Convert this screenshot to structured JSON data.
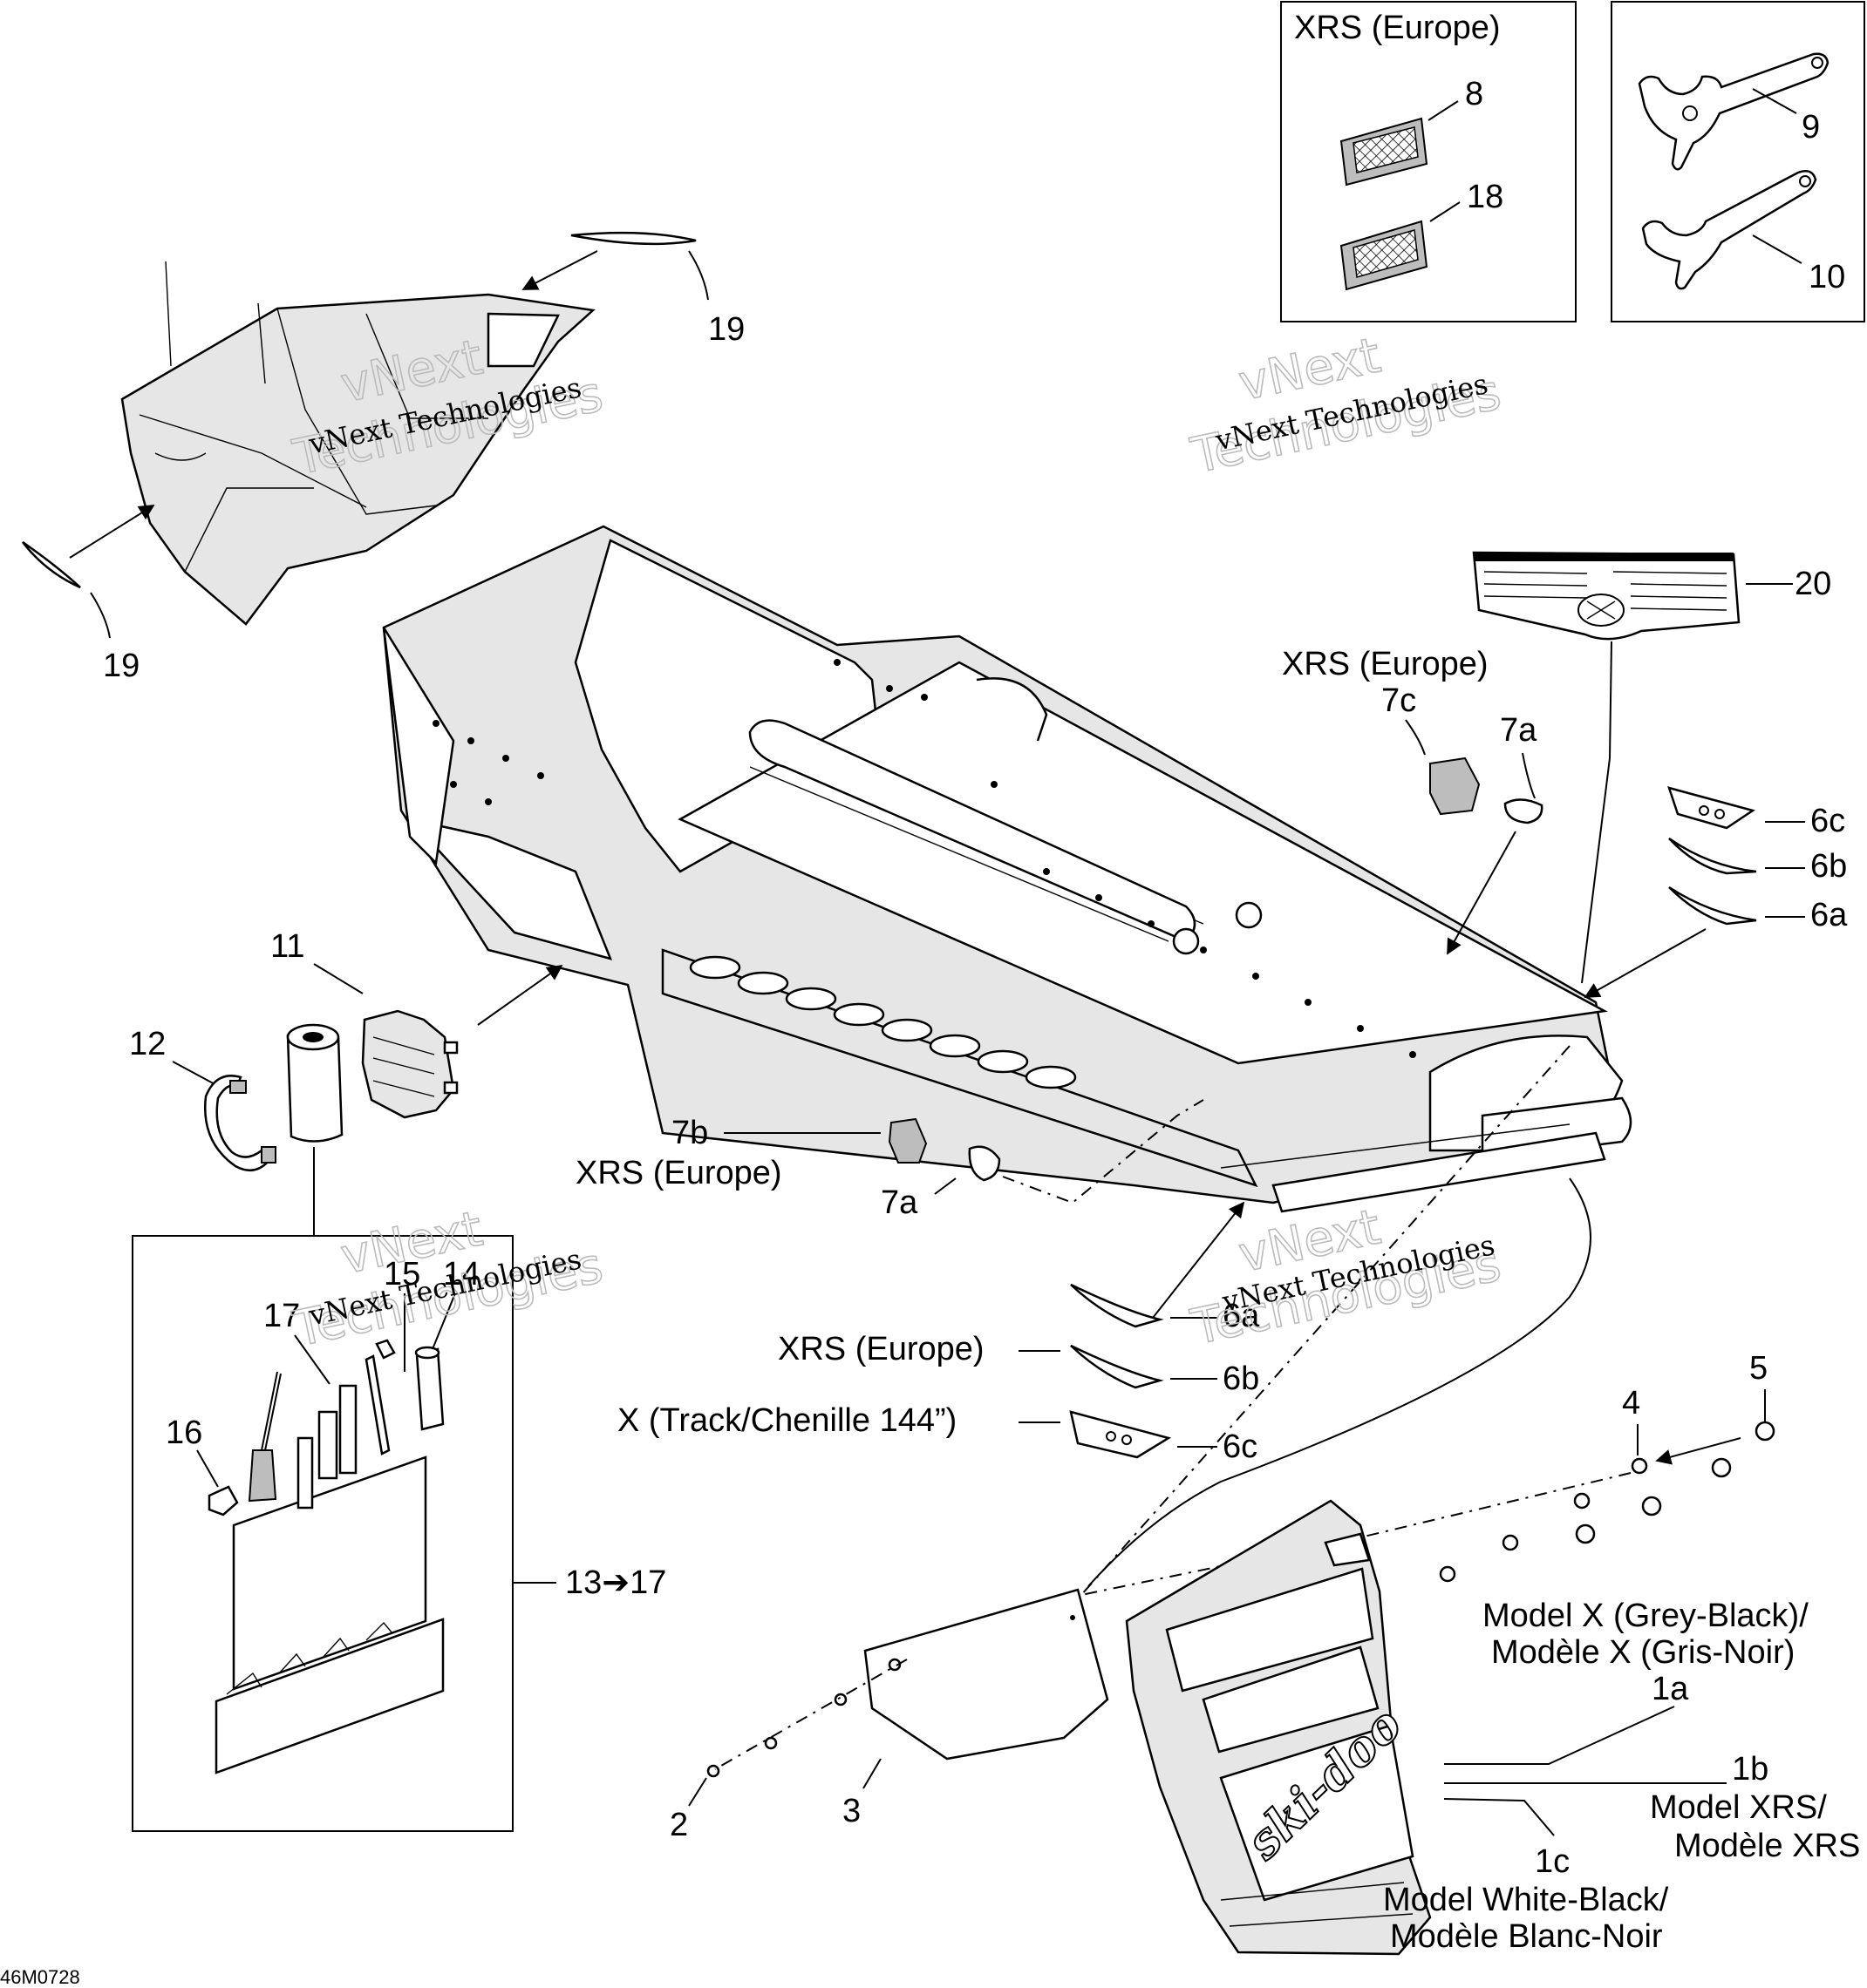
{
  "diagram_code": "46M0728",
  "watermark": {
    "line1": "vNext",
    "line2": "Technologies",
    "caption": "vNext Technologies"
  },
  "callouts": {
    "c1a": "1a",
    "c1b": "1b",
    "c1c": "1c",
    "c2": "2",
    "c3": "3",
    "c4": "4",
    "c5": "5",
    "c6a": "6a",
    "c6b": "6b",
    "c6c": "6c",
    "c7a": "7a",
    "c7b": "7b",
    "c7c": "7c",
    "c8": "8",
    "c9": "9",
    "c10": "10",
    "c11": "11",
    "c12": "12",
    "c13_17": "13➔17",
    "c14": "14",
    "c15": "15",
    "c16": "16",
    "c17": "17",
    "c18": "18",
    "c19": "19",
    "c20": "20"
  },
  "variants": {
    "xrs_europe": "XRS (Europe)",
    "x_track": "X (Track/Chenille 144”)",
    "model_x_line1": "Model X (Grey-Black)/",
    "model_x_line2": "Modèle X (Gris-Noir)",
    "model_xrs_line1": "Model XRS/",
    "model_xrs_line2": "Modèle XRS",
    "model_wb_line1": "Model White-Black/",
    "model_wb_line2": "Modèle Blanc-Noir"
  },
  "brand_text": "ski-doo"
}
